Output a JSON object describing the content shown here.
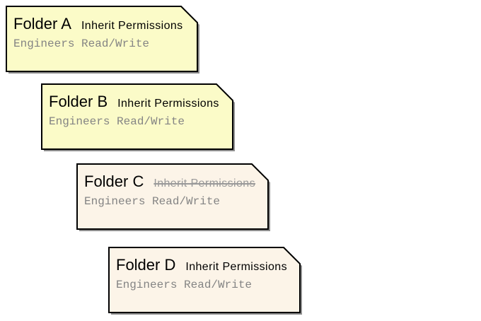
{
  "colors": {
    "page_bg": "#ffffff",
    "border": "#000000",
    "shadow": "#8f8f8f",
    "title_text": "#000000",
    "tag_text": "#000000",
    "body_text": "#848484",
    "struck_text": "#999999",
    "note_yellow": "#fbfbc8",
    "note_cream": "#fcf4e8"
  },
  "cards": [
    {
      "title": "Folder A",
      "tag": "Inherit Permissions",
      "tag_struck": false,
      "body": "Engineers Read/Write",
      "bg": "#fbfbc8"
    },
    {
      "title": "Folder B",
      "tag": "Inherit Permissions",
      "tag_struck": false,
      "body": "Engineers Read/Write",
      "bg": "#fbfbc8"
    },
    {
      "title": "Folder C",
      "tag": "Inherit Permissions",
      "tag_struck": true,
      "body": "Engineers Read/Write",
      "bg": "#fcf4e8"
    },
    {
      "title": "Folder D",
      "tag": "Inherit Permissions",
      "tag_struck": false,
      "body": "Engineers Read/Write",
      "bg": "#fcf4e8"
    }
  ]
}
